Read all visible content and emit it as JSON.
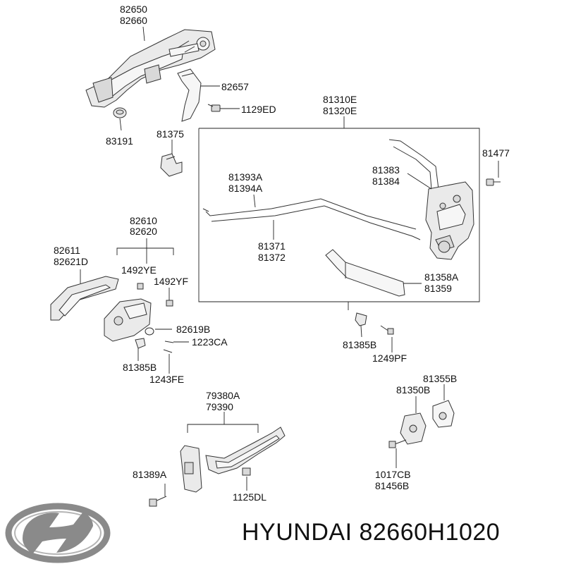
{
  "labels": {
    "82650": "82650",
    "82660": "82660",
    "82657": "82657",
    "1129ED": "1129ED",
    "83191": "83191",
    "81375": "81375",
    "81310E": "81310E",
    "81320E": "81320E",
    "81477": "81477",
    "81383": "81383",
    "81384": "81384",
    "81393A": "81393A",
    "81394A": "81394A",
    "81371": "81371",
    "81372": "81372",
    "81358A": "81358A",
    "81359": "81359",
    "82610": "82610",
    "82620": "82620",
    "82611": "82611",
    "82621D": "82621D",
    "1492YE": "1492YE",
    "1492YF": "1492YF",
    "82619B": "82619B",
    "1223CA": "1223CA",
    "81385B_left": "81385B",
    "1243FE": "1243FE",
    "81385B_right": "81385B",
    "1249PF": "1249PF",
    "81355B": "81355B",
    "81350B": "81350B",
    "79380A": "79380A",
    "79390": "79390",
    "81389A": "81389A",
    "1125DL": "1125DL",
    "1017CB": "1017CB",
    "81456B": "81456B"
  },
  "footer": {
    "brand": "HYUNDAI",
    "part_number": "82660H1020",
    "logo_icon": "hyundai-logo-icon"
  },
  "colors": {
    "line": "#222222",
    "part_fill": "#eaeaea",
    "logo": "#8a8a8a"
  }
}
